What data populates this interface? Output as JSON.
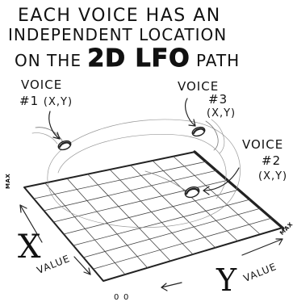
{
  "title": {
    "line1": "Each voice has an",
    "line2": "independent location",
    "line3_prefix": "on the",
    "line3_emphasis": "2D LFO",
    "line3_suffix": "path"
  },
  "voices": [
    {
      "label": "Voice",
      "number": "#1",
      "coords": "(x,y)"
    },
    {
      "label": "Voice",
      "number": "#3",
      "coords": "(x,y)"
    },
    {
      "label": "Voice",
      "number": "#2",
      "coords": "(x,y)"
    }
  ],
  "axes": {
    "x_letter": "X",
    "x_value": "Value",
    "y_letter": "Y",
    "y_value": "Value",
    "max_left": "MAX",
    "max_right": "MAX",
    "zero_left": "0",
    "zero_right": "0"
  }
}
